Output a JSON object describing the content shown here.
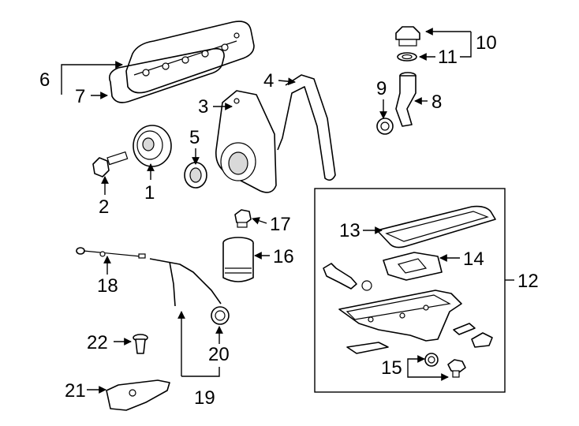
{
  "callouts": {
    "p1": "1",
    "p2": "2",
    "p3": "3",
    "p4": "4",
    "p5": "5",
    "p6": "6",
    "p7": "7",
    "p8": "8",
    "p9": "9",
    "p10": "10",
    "p11": "11",
    "p12": "12",
    "p13": "13",
    "p14": "14",
    "p15": "15",
    "p16": "16",
    "p17": "17",
    "p18": "18",
    "p19": "19",
    "p20": "20",
    "p21": "21",
    "p22": "22"
  }
}
